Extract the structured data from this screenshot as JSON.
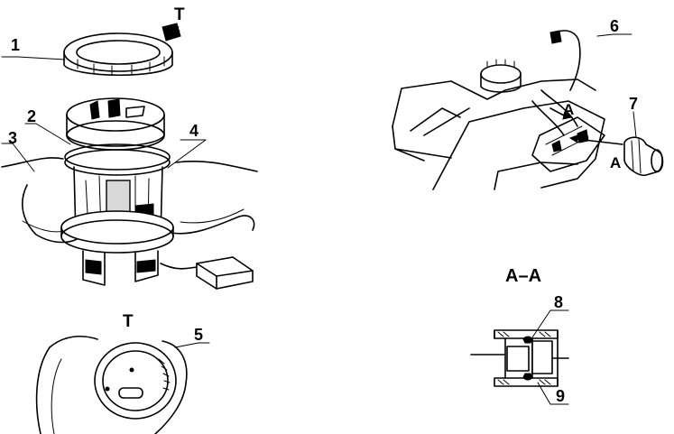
{
  "labels": {
    "l1": "1",
    "l2": "2",
    "l3": "3",
    "l4": "4",
    "l5": "5",
    "l6": "6",
    "l7": "7",
    "l8": "8",
    "l9": "9",
    "t_top": "T",
    "t_detail": "T",
    "a_upper": "A",
    "a_lower": "A",
    "section": "A–A"
  }
}
